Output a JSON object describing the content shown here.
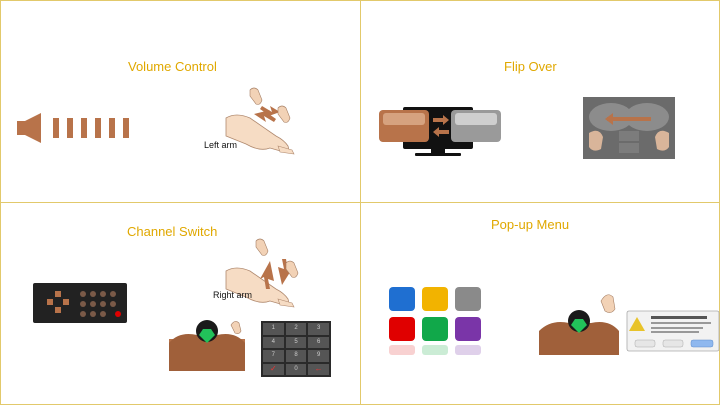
{
  "panels": {
    "volume": {
      "title": "Volume Control",
      "arm_label": "Left arm"
    },
    "flip": {
      "title": "Flip Over"
    },
    "channel": {
      "title": "Channel Switch",
      "arm_label": "Right arm",
      "keypad_keys": [
        "1",
        "2",
        "3",
        "4",
        "5",
        "6",
        "7",
        "8",
        "9",
        "✓",
        "0",
        "←"
      ]
    },
    "popup": {
      "title": "Pop-up Menu"
    }
  },
  "colors": {
    "title": "#e0a800",
    "border": "#e2c96b",
    "arrow_brown": "#b8734a",
    "tiles": [
      "#1f6fd1",
      "#f2b300",
      "#8a8a8a",
      "#e00000",
      "#11a84a",
      "#7a35a8"
    ]
  },
  "icons": [
    "speaker-icon",
    "hand-gesture-icon",
    "tv-flip-icon",
    "remote-icon",
    "keypad-icon",
    "torso-icon",
    "app-grid-icon",
    "dialog-icon"
  ]
}
